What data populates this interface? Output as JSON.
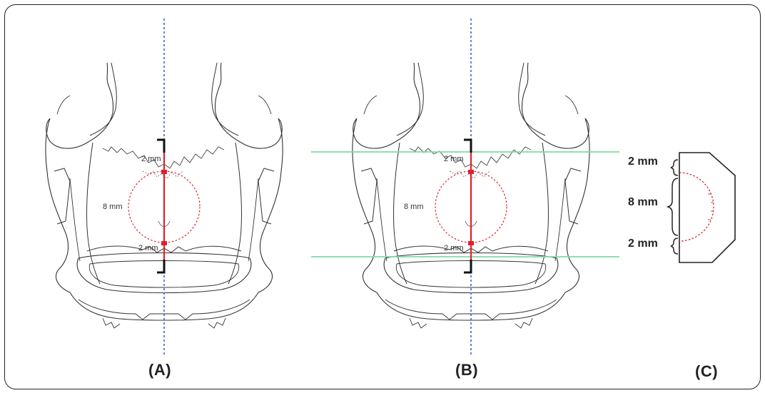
{
  "panels": {
    "A": {
      "label": "(A)",
      "top_gap": "2 mm",
      "circle": "8 mm",
      "bottom_gap": "2 mm"
    },
    "B": {
      "label": "(B)",
      "top_gap": "2 mm",
      "circle": "8 mm",
      "bottom_gap": "2 mm"
    },
    "C": {
      "label": "(C)",
      "top_gap": "2 mm",
      "circle": "8 mm",
      "bottom_gap": "2 mm"
    }
  },
  "colors": {
    "midline": "#3a55c8",
    "measure": "#e0202a",
    "guide": "#7fd9a8",
    "outline": "#333333"
  }
}
